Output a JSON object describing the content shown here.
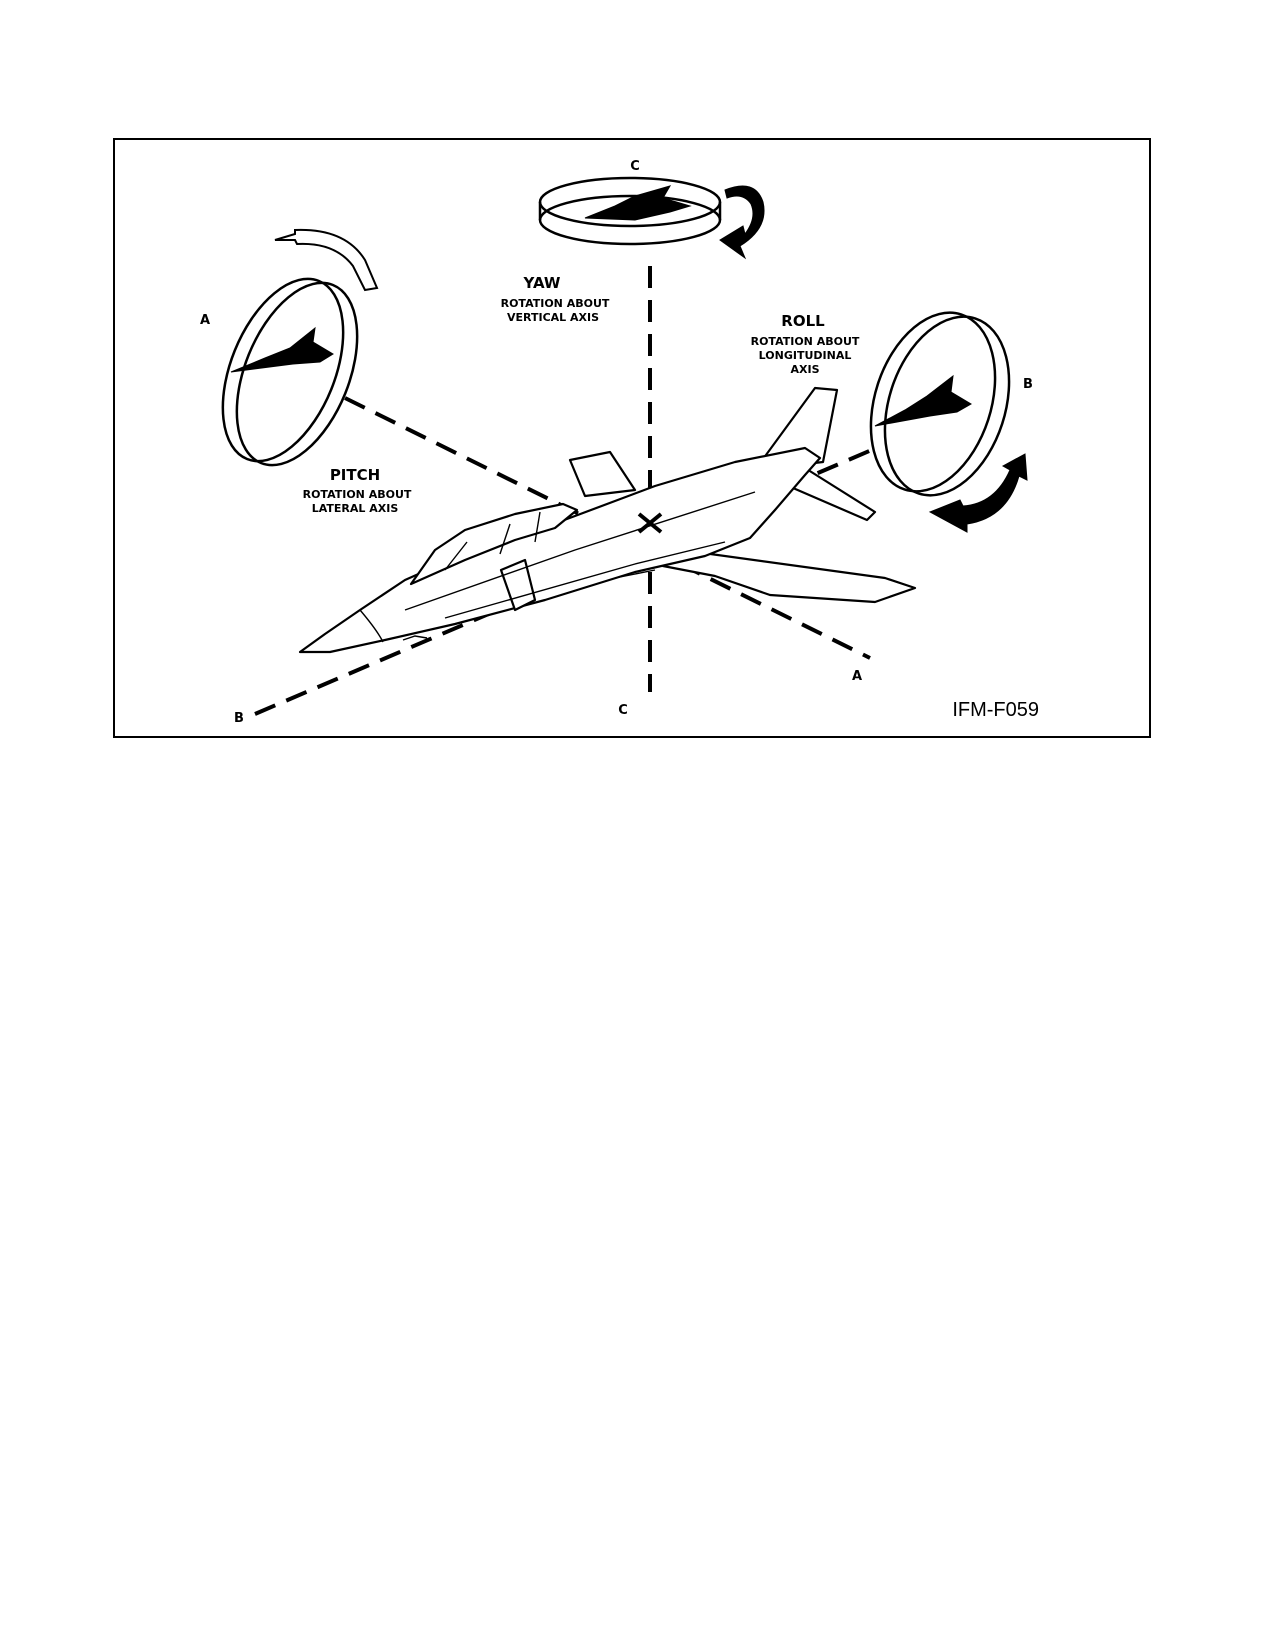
{
  "figure": {
    "id": "IFM-F059",
    "yaw": {
      "title": "YAW",
      "line1": "ROTATION ABOUT",
      "line2": "VERTICAL AXIS"
    },
    "roll": {
      "title": "ROLL",
      "line1": "ROTATION ABOUT",
      "line2": "LONGITUDINAL",
      "line3": "AXIS"
    },
    "pitch": {
      "title": "PITCH",
      "line1": "ROTATION ABOUT",
      "line2": "LATERAL AXIS"
    },
    "axis_labels": {
      "a_top": "A",
      "a_bottom": "A",
      "b_right": "B",
      "b_left": "B",
      "c_top": "C",
      "c_bottom": "C"
    }
  }
}
